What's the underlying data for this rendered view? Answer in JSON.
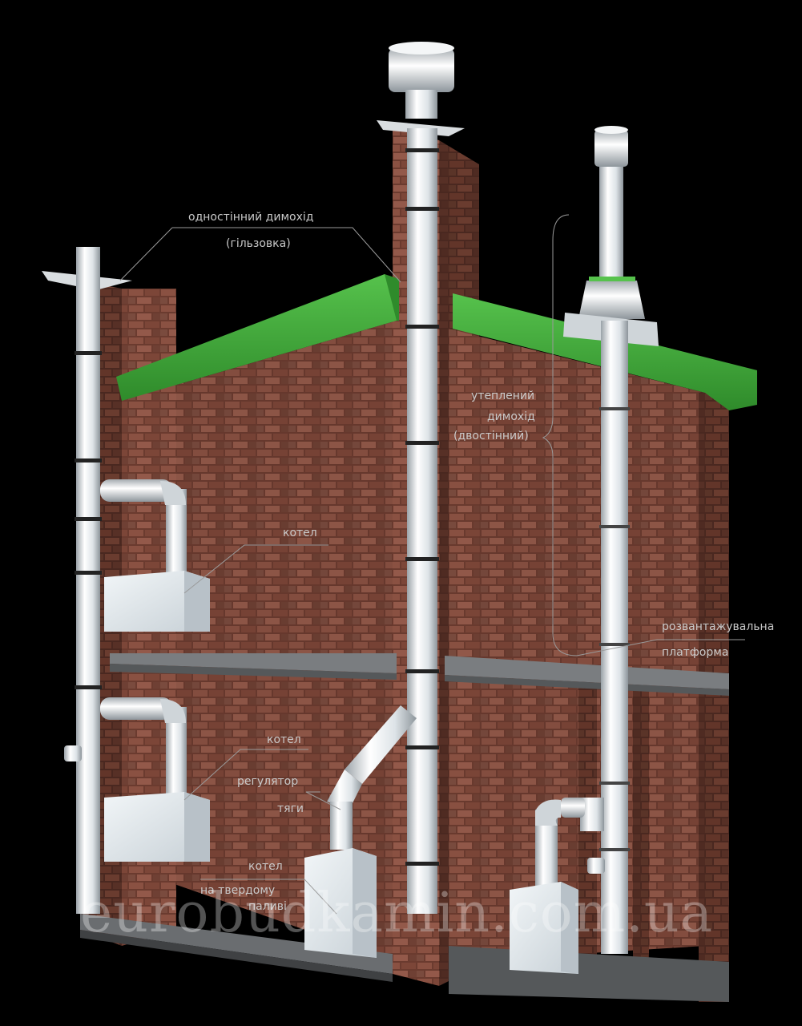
{
  "labels": {
    "single_wall_line1": "одностінний димохід",
    "single_wall_line2": "(гільзовка)",
    "boiler_top": "котел",
    "boiler_mid": "котел",
    "draft_line1": "регулятор",
    "draft_line2": "тяги",
    "solid_fuel_line1": "котел",
    "solid_fuel_line2": "на твердому",
    "solid_fuel_line3": "паливі",
    "insulated_line1": "утеплений",
    "insulated_line2": "димохід",
    "insulated_line3": "(двостінний)",
    "platform_line1": "розвантажувальна",
    "platform_line2": "платформа"
  },
  "watermark": "eurobudkamin.com.ua",
  "colors": {
    "background": "#000000",
    "roof": "#3fae3a",
    "brick": "#7a4a3a",
    "concrete": "#6e7173",
    "steel": "#dfe3e6",
    "label_text": "#c9c9c9"
  }
}
